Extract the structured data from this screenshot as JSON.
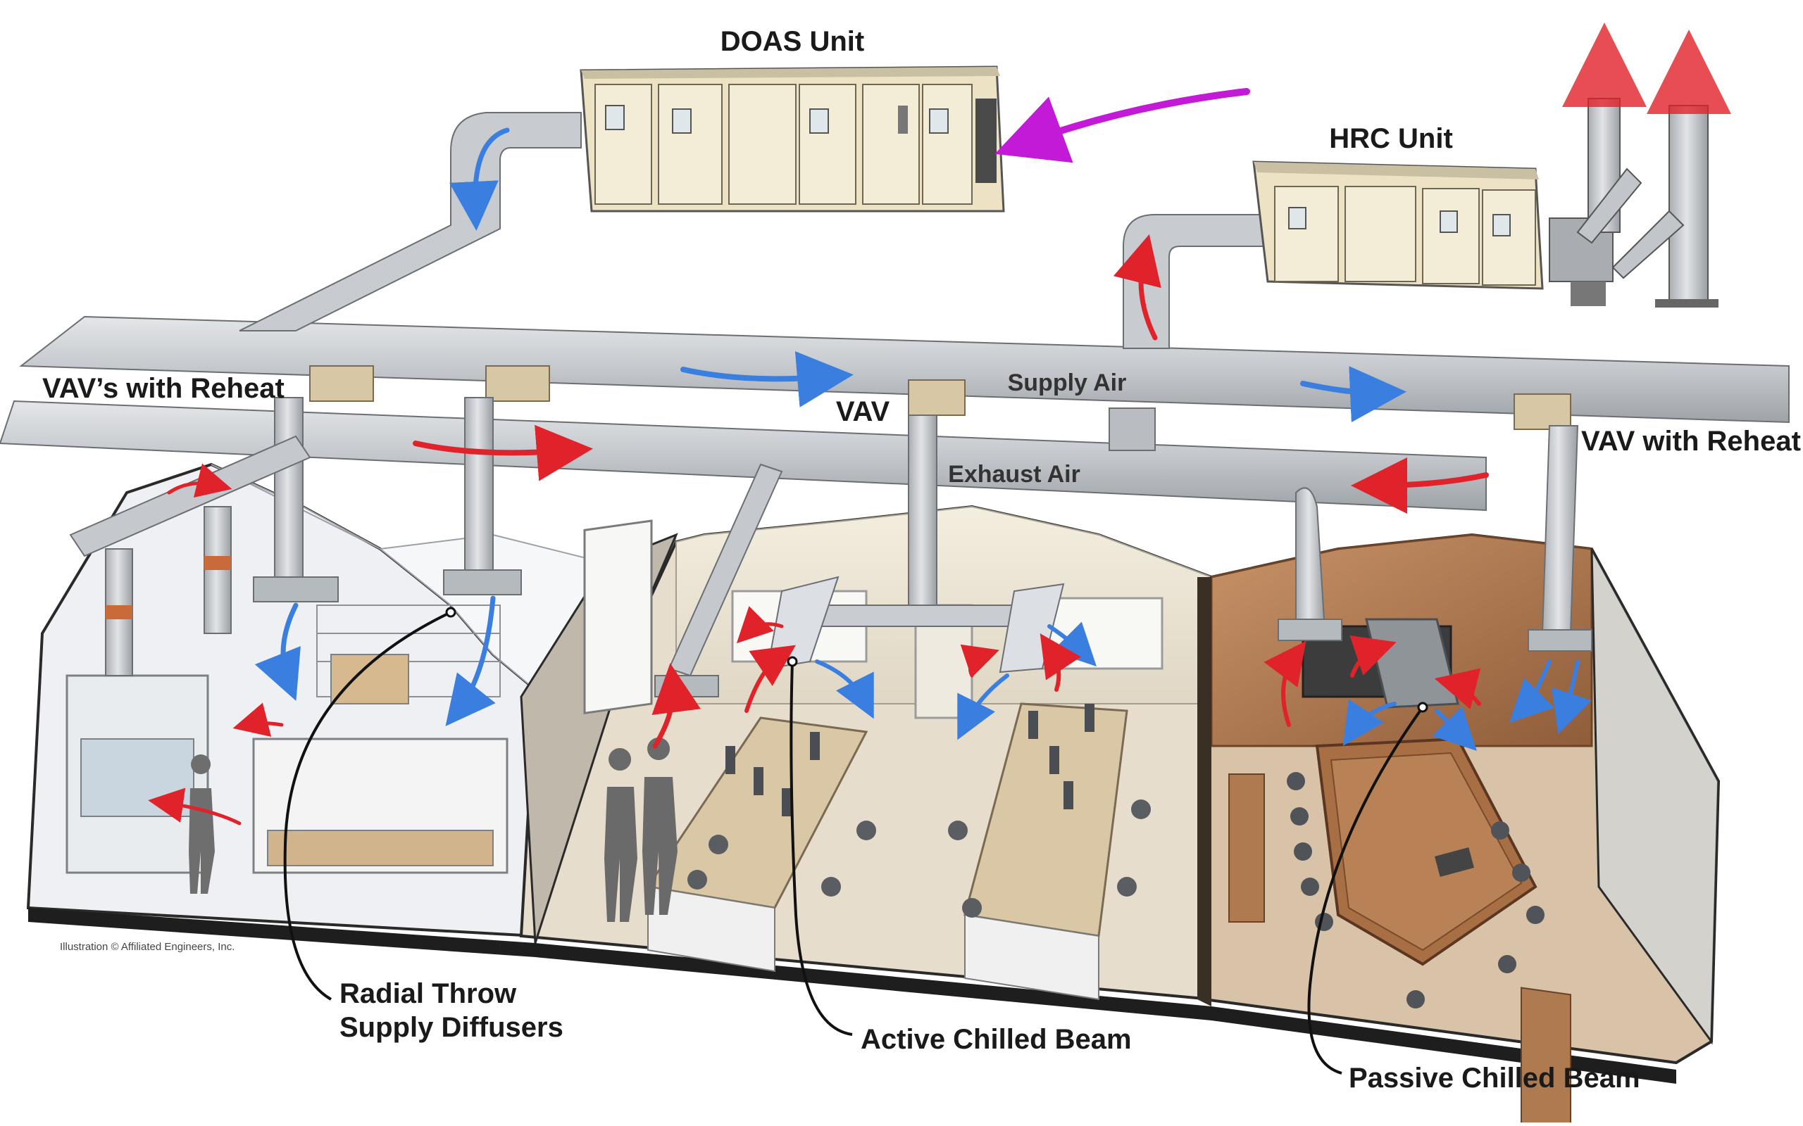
{
  "labels": {
    "doas_unit": "DOAS Unit",
    "hrc_unit": "HRC Unit",
    "vavs_with_reheat": "VAV’s with Reheat",
    "vav": "VAV",
    "vav_with_reheat": "VAV with Reheat",
    "supply_air": "Supply Air",
    "exhaust_air": "Exhaust Air",
    "radial_throw_line1": "Radial Throw",
    "radial_throw_line2": "Supply Diffusers",
    "active_chilled_beam": "Active Chilled Beam",
    "passive_chilled_beam": "Passive Chilled Beam",
    "credit": "Illustration © Affiliated Engineers, Inc."
  },
  "colors": {
    "supply_arrow": "#3a7fe0",
    "exhaust_arrow": "#e0232a",
    "outside_air_arrow": "#c21ad6",
    "duct": "#c9ccd0",
    "duct_edge": "#6b6f74",
    "unit_cabinet": "#ede3c4",
    "lab_floor": "#eceff2",
    "office_floor": "#ddd2c2",
    "conference_wood": "#b7825a"
  }
}
